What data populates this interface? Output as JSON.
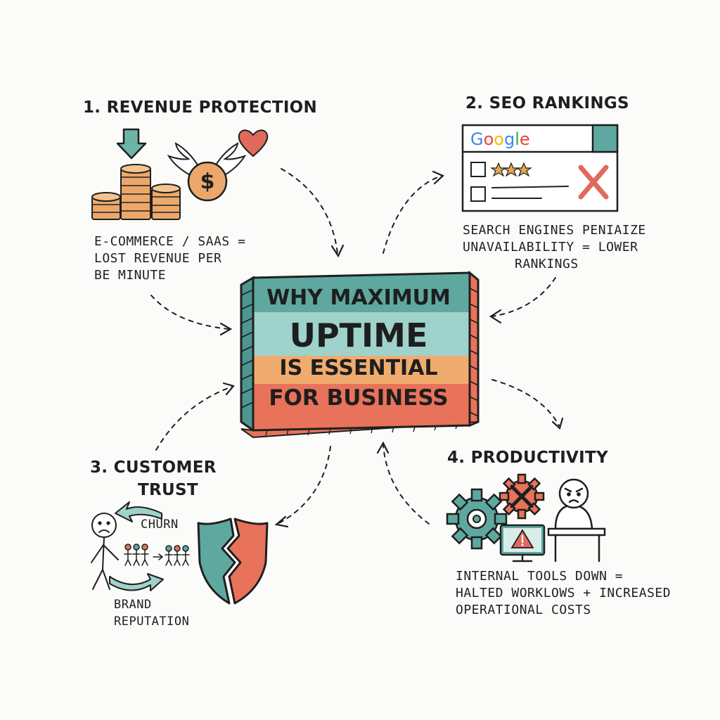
{
  "center": {
    "line1": "WHY MAXIMUM",
    "line2": "UPTIME",
    "line3": "IS ESSENTIAL",
    "line4": "FOR BUSINESS"
  },
  "sections": {
    "revenue": {
      "heading": "1. REVENUE PROTECTION",
      "desc": [
        "E-COMMERCE / SAAS =",
        "LOST REVENUE PER",
        "BE MINUTE"
      ],
      "icons": [
        "down-arrow-icon",
        "coin-stack-icon",
        "flying-money-icon",
        "heart-icon"
      ]
    },
    "seo": {
      "heading": "2. SEO RANKINGS",
      "desc": [
        "SEARCH ENGINES PENIAIZE",
        "UNAVAILABILITY = LOWER",
        "RANKINGS"
      ],
      "browser_title": "Google",
      "icons": [
        "browser-window-icon",
        "checkbox-icon",
        "star-icon",
        "x-mark-icon"
      ]
    },
    "trust": {
      "heading_line1": "3. CUSTOMER",
      "heading_line2": "TRUST",
      "churn_label": "CHURN",
      "brand_label_line1": "BRAND",
      "brand_label_line2": "REPUTATION",
      "icons": [
        "sad-person-icon",
        "crowd-icon",
        "broken-shield-icon"
      ]
    },
    "productivity": {
      "heading": "4. PRODUCTIVITY",
      "desc": [
        "INTERNAL TOOLS DOWN =",
        "HALTED WORKLOWS + INCREASED",
        "OPERATIONAL COSTS"
      ],
      "icons": [
        "gear-icon",
        "broken-gear-icon",
        "warning-monitor-icon",
        "angry-worker-icon"
      ]
    }
  },
  "colors": {
    "teal": "#5fa8a0",
    "light_teal": "#9fd2cb",
    "orange": "#f0ac6e",
    "coral": "#e8735a",
    "heart": "#e06a5c",
    "ink": "#1f1f1f"
  }
}
